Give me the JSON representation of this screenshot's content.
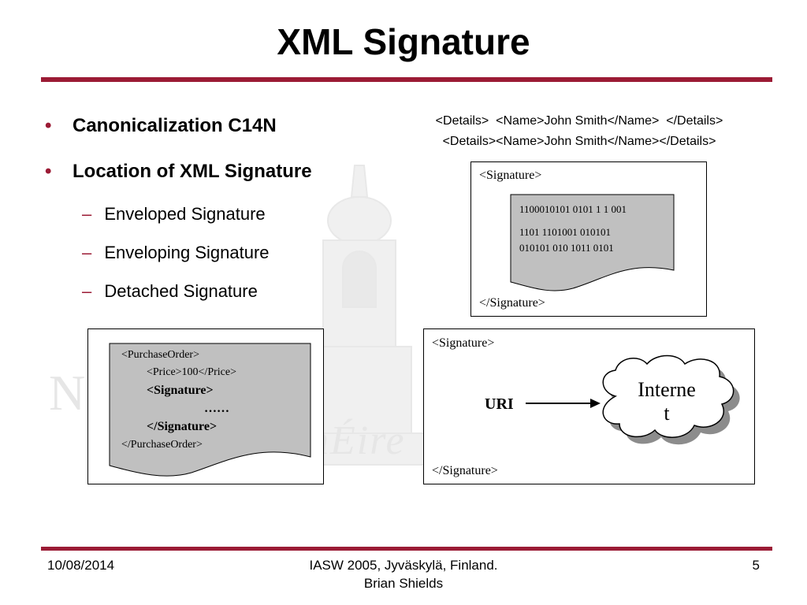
{
  "title": "XML Signature",
  "bullets": [
    {
      "label": "Canonicalization C14N"
    },
    {
      "label": "Location of XML Signature"
    }
  ],
  "sub_bullets": [
    "Enveloped Signature",
    "Enveloping Signature",
    "Detached Signature"
  ],
  "canon_example": {
    "line1": "<Details>  <Name>John Smith</Name>  </Details>",
    "line2": "<Details><Name>John Smith</Name></Details>"
  },
  "enveloping": {
    "open": "<Signature>",
    "close": "</Signature>",
    "data_line1": "1100010101 0101 1 1 001",
    "data_line2": "1101 1101001 010101",
    "data_line3": "010101 010 1011  0101"
  },
  "enveloped": {
    "line1": "<PurchaseOrder>",
    "line2": "<Price>100</Price>",
    "line3": "<Signature>",
    "line4": "……",
    "line5": "</Signature>",
    "line6": "</PurchaseOrder>"
  },
  "detached": {
    "open": "<Signature>",
    "close": "</Signature>",
    "uri_label": "URI",
    "cloud_line1": "Interne",
    "cloud_line2": "t"
  },
  "watermark": {
    "line1": "N    ersity",
    "line2": "na hÉire"
  },
  "footer": {
    "date": "10/08/2014",
    "conference": "IASW 2005, Jyväskylä, Finland.",
    "author": "Brian Shields",
    "page": "5"
  },
  "colors": {
    "accent": "#9b1b35",
    "doc_fill": "#c0c0c0",
    "cloud_shadow": "#8c8c8c"
  }
}
